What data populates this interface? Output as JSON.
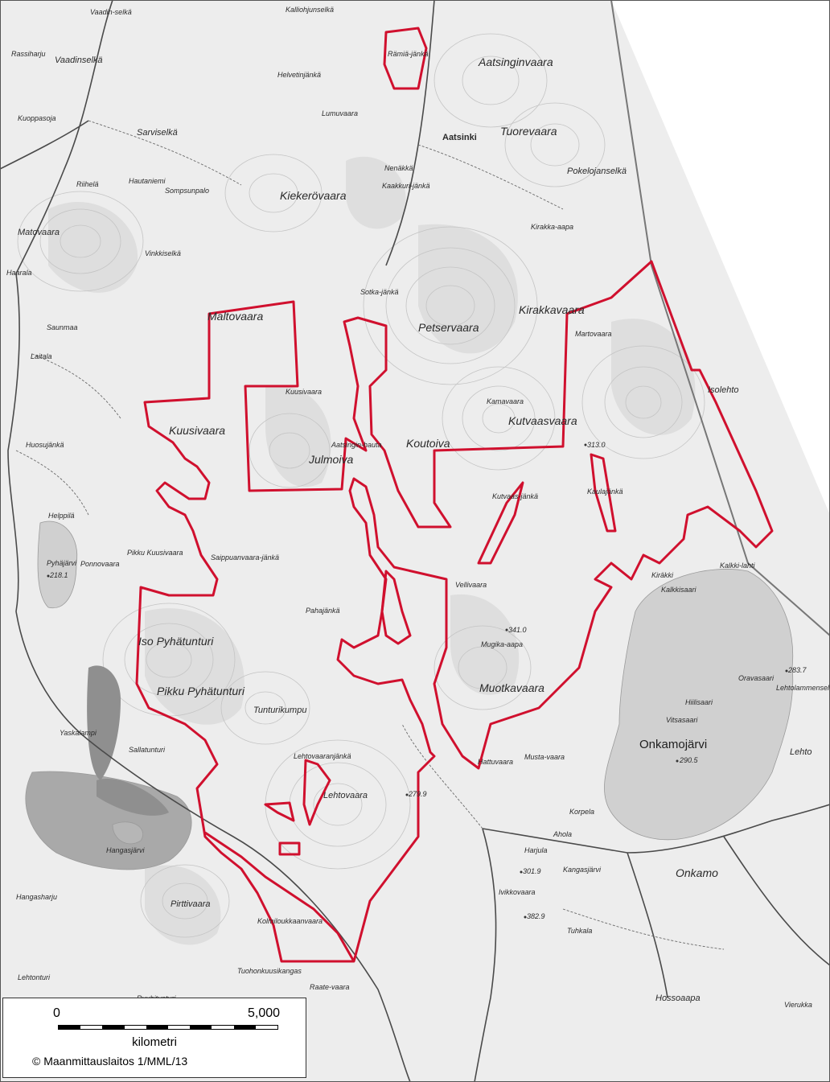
{
  "map": {
    "colors": {
      "background": "#ededed",
      "fell": "#dcdcdc",
      "lake": "#d0d0d0",
      "ski_area": "#a9a9a9",
      "contour": "#c4c4c4",
      "road": "#4a4a4a",
      "boundary_red": "#d0102e",
      "border_line": "#777777"
    },
    "place_labels": {
      "vaadinselka_top": "Vaadin-selkä",
      "kalliohjunselka": "Kalliohjunselkä",
      "ramijanka": "Rämiä-jänkä",
      "rassiharju": "Rassiharju",
      "vaadinselka": "Vaadinselkä",
      "helvetinjanka": "Helvetinjänkä",
      "aatsinginvaara": "Aatsinginvaara",
      "kuoppasoja": "Kuoppasoja",
      "sarviselka": "Sarviselkä",
      "lumuvaara": "Lumuvaara",
      "aatsinki": "Aatsinki",
      "tuorevaara": "Tuorevaara",
      "riihela": "Riihelä",
      "hautaniemi": "Hautaniemi",
      "sompsunpalo": "Sompsunpalo",
      "nenakka": "Nenäkkä",
      "pokelojanselka": "Pokelojanselkä",
      "kiekerovaara": "Kiekerövaara",
      "kaakkurijanka": "Kaakkuri-jänkä",
      "kirakka_aapa": "Kirakka-aapa",
      "matovaara": "Matovaara",
      "vinkkiselka": "Vinkkiselkä",
      "haarala": "Haarala",
      "sotkajanka": "Sotka-jänkä",
      "kirakkavaara": "Kirakkavaara",
      "saunmaa": "Saunmaa",
      "maltovaara": "Maltovaara",
      "petservaara": "Petservaara",
      "laitala": "Laitala",
      "martovaara": "Martovaara",
      "isolehto": "Isolehto",
      "kuusivaara_n": "Kuusivaara",
      "kamavaara": "Kamavaara",
      "huosujanka": "Huosujänkä",
      "kuusivaara": "Kuusivaara",
      "kutvaasvaara": "Kutvaasvaara",
      "aatsingin_hauta": "Aatsingin-hauta",
      "koutoiva": "Koutoiva",
      "julmoiva": "Julmoiva",
      "elev_313": "313.0",
      "kutvaasjanka": "Kutvaas-jänkä",
      "kaulajanka": "Kaulajänkä",
      "helppila": "Helppilä",
      "pyhajarvi": "Pyhäjärvi",
      "elev_218": "218.1",
      "ponnovaara": "Ponnovaara",
      "pikku_kuusivaara": "Pikku Kuusivaara",
      "saippuanvaara": "Saippuanvaara-jänkä",
      "kalkkilahti": "Kalkki-lahti",
      "kirakka_lower": "Kiräkki",
      "kalkkisaari": "Kalkkisaari",
      "vellivaara": "Vellivaara",
      "iso_pyhatunturi": "Iso Pyhätunturi",
      "pahajanka": "Pahajänkä",
      "elev_341": "341.0",
      "mugika_aapa": "Mugika-aapa",
      "elev_283": "283.7",
      "lehtolammenselka": "Lehtolammenselkä",
      "oravasaari": "Oravasaari",
      "muotkavaara": "Muotkavaara",
      "pikku_pyhatunturi": "Pikku Pyhätunturi",
      "tunturikumpu": "Tunturikumpu",
      "hiilisaari": "Hiilisaari",
      "vitsasaari": "Vitsasaari",
      "yaskalampi": "Yaskalampi",
      "onkamojarvi": "Onkamojärvi",
      "elev_290": "290.5",
      "sallatunturi": "Sallatunturi",
      "lehtovaaranjanka": "Lehtovaaranjänkä",
      "hattuvaara": "Hattuvaara",
      "mustavaara": "Musta-vaara",
      "lehto": "Lehto",
      "lehtovaara": "Lehtovaara",
      "elev_279": "279.9",
      "korpela": "Korpela",
      "ahola": "Ahola",
      "hangasjarvi": "Hangasjärvi",
      "harjula": "Harjula",
      "elev_301": "301.9",
      "kangasjarvi": "Kangasjärvi",
      "onkamo": "Onkamo",
      "hangasharju": "Hangasharju",
      "pirttivaara": "Pirttivaara",
      "ivikkovaara": "Ivikkovaara",
      "elev_382": "382.9",
      "kolmiloukkaanvaara": "Kolmiloukkaanvaara",
      "tuhkala": "Tuhkala",
      "lehtonturi": "Lehtonturi",
      "tuohonkuusikangas": "Tuohonkuusikangas",
      "raatevaara": "Raate-vaara",
      "hossoaapa": "Hossoaapa",
      "ruuhitunturi": "Ruuhitunturi",
      "vierukka": "Vierukka"
    },
    "scale_bar": {
      "start_label": "0",
      "end_label": "5,000",
      "unit": "kilometri",
      "copyright": "© Maanmittauslaitos 1/MML/13"
    }
  }
}
